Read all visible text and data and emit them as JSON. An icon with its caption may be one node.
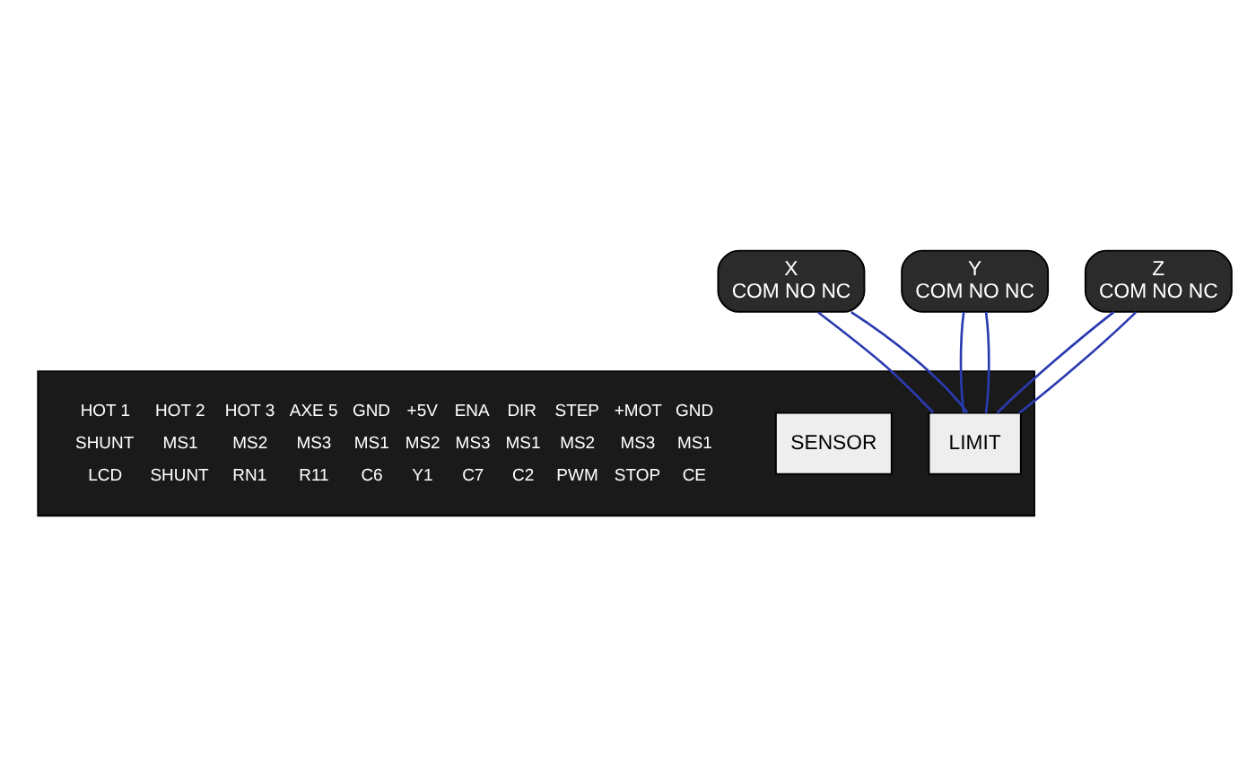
{
  "diagram": {
    "nodes": [
      {
        "text": [
          "X",
          "COM NO NC"
        ]
      },
      {
        "text": [
          "Y",
          "COM NO NC"
        ]
      },
      {
        "text": [
          "Z",
          "COM NO NC"
        ]
      },
      {
        "text": [],
        "shape": "box"
      },
      {
        "text": [
          "LIMIT"
        ],
        "in": 3
      },
      {
        "text": [
          "SENSOR"
        ],
        "in": 3
      }
    ],
    "edges": [
      {
        "from": 0,
        "to": 4,
        "arrow": "none"
      },
      {
        "from": 0,
        "to": 4,
        "arrow": "none"
      },
      {
        "from": 1,
        "to": 4,
        "arrow": "none"
      },
      {
        "from": 1,
        "to": 4,
        "arrow": "none"
      },
      {
        "from": 2,
        "to": 4,
        "arrow": "none"
      },
      {
        "from": 2,
        "to": 4,
        "arrow": "none"
      }
    ],
    "labels": [
      "HOT 1",
      "HOT 2",
      "HOT 3",
      "AXE 5",
      "GND",
      "+5V",
      "ENA",
      "DIR",
      "STEP",
      "+MOT",
      "GND",
      "SHUNT",
      "MS1",
      "MS2",
      "MS3",
      "MS1",
      "MS2",
      "MS3",
      "MS1",
      "MS2",
      "MS3",
      "MS1",
      "LCD",
      "SHUNT",
      "RN1",
      "R11",
      "C6",
      "Y1",
      "C7",
      "C2",
      "PWM",
      "STOP",
      "CE"
    ]
  }
}
